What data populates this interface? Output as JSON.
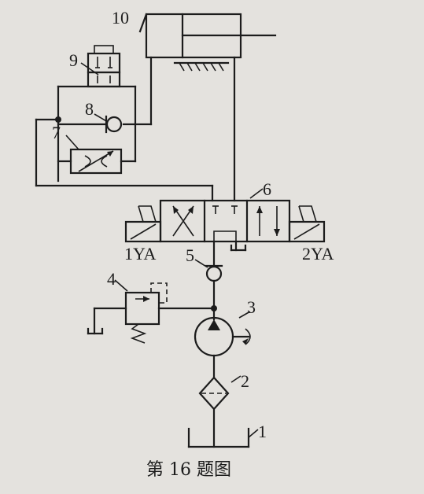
{
  "labels": {
    "c1": "1",
    "c2": "2",
    "c3": "3",
    "c4": "4",
    "c5": "5",
    "c6": "6",
    "c7": "7",
    "c8": "8",
    "c9": "9",
    "c10": "10",
    "sol1": "1YA",
    "sol2": "2YA"
  },
  "caption": "第 16 题图"
}
